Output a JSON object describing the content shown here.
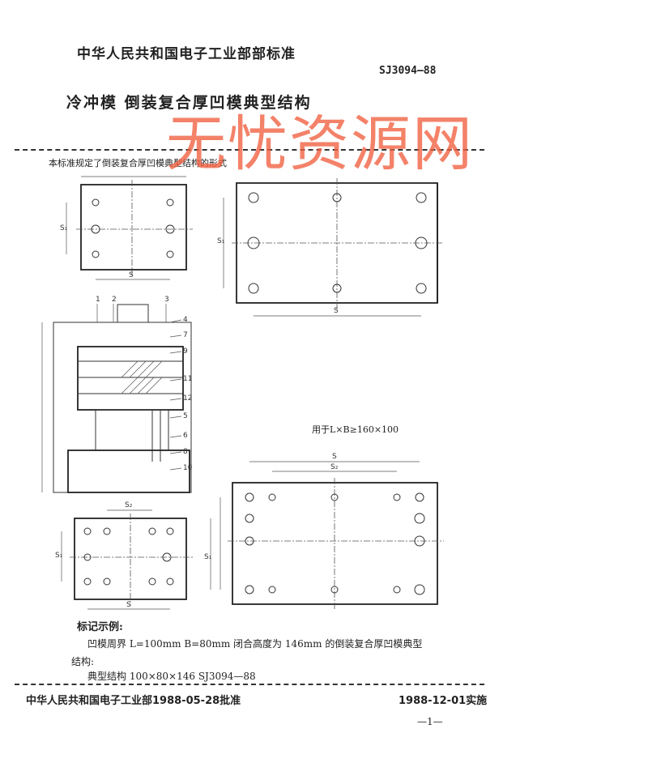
{
  "header": {
    "organization": "中华人民共和国电子工业部部标准",
    "standard_number": "SJ3094—88",
    "title": "冷冲模   倒装复合厚凹模典型结构"
  },
  "watermark": "无忧资源网",
  "scope_text": "本标准规定了倒装复合厚凹模典型结构的形式",
  "figure_labels": {
    "s": "S",
    "s1": "S₁",
    "s2": "S₂",
    "part_numbers": [
      "1",
      "2",
      "3",
      "4",
      "7",
      "9",
      "11",
      "12",
      "5",
      "6",
      "8",
      "10"
    ]
  },
  "applies_note": "用于L×B≥160×100",
  "example": {
    "heading": "标记示例:",
    "line1": "凹模周界  L=100mm  B=80mm  闭合高度为 146mm 的倒装复合厚凹模典型",
    "line2": "结构:",
    "line3": "典型结构  100×80×146  SJ3094—88"
  },
  "footer": {
    "approval": "中华人民共和国电子工业部1988-05-28批准",
    "effective": "1988-12-01实施",
    "page": "—1—"
  }
}
